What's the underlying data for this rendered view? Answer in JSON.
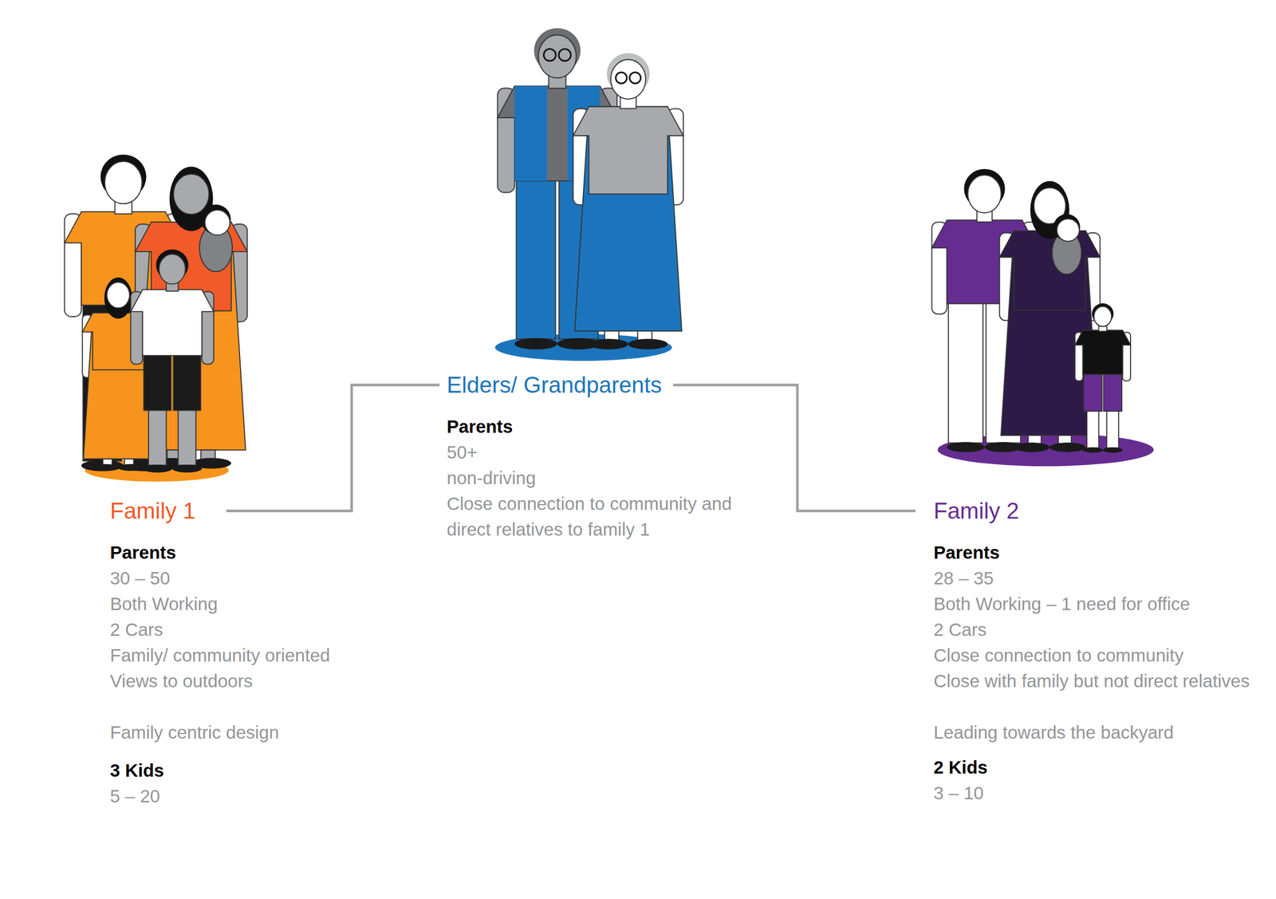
{
  "diagram": {
    "nodes": [
      {
        "text": [
          "Family 1",
          "Parents",
          "30 – 50",
          "Both Working",
          "2 Cars",
          "Family/ community oriented",
          "Views to outdoors",
          "Family centric design",
          "3 Kids",
          "5 – 20"
        ]
      },
      {
        "text": [
          "Elders/ Grandparents",
          "Parents",
          "50+",
          "non-driving",
          "Close connection to community and direct relatives to family 1"
        ]
      },
      {
        "text": [
          "Family 2",
          "Parents",
          "28 – 35",
          "Both Working – 1 need for office",
          "2 Cars",
          "Close connection to community",
          "Close with family but not direct relatives",
          "Leading towards the backyard",
          "2 Kids",
          "3 – 10"
        ]
      }
    ],
    "edges": [
      {
        "from": 0,
        "to": 1,
        "arrow": "none"
      },
      {
        "from": 1,
        "to": 2,
        "arrow": "none"
      }
    ]
  }
}
